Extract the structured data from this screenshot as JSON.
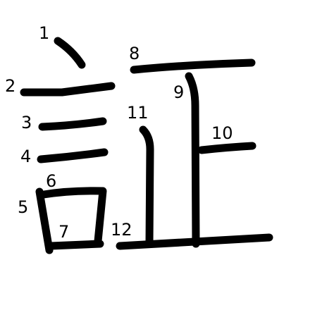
{
  "diagram": {
    "character": "証",
    "stroke_color": "#000000",
    "background_color": "#ffffff",
    "stroke_labels": [
      "1",
      "2",
      "3",
      "4",
      "5",
      "6",
      "7",
      "8",
      "9",
      "10",
      "11",
      "12"
    ]
  }
}
